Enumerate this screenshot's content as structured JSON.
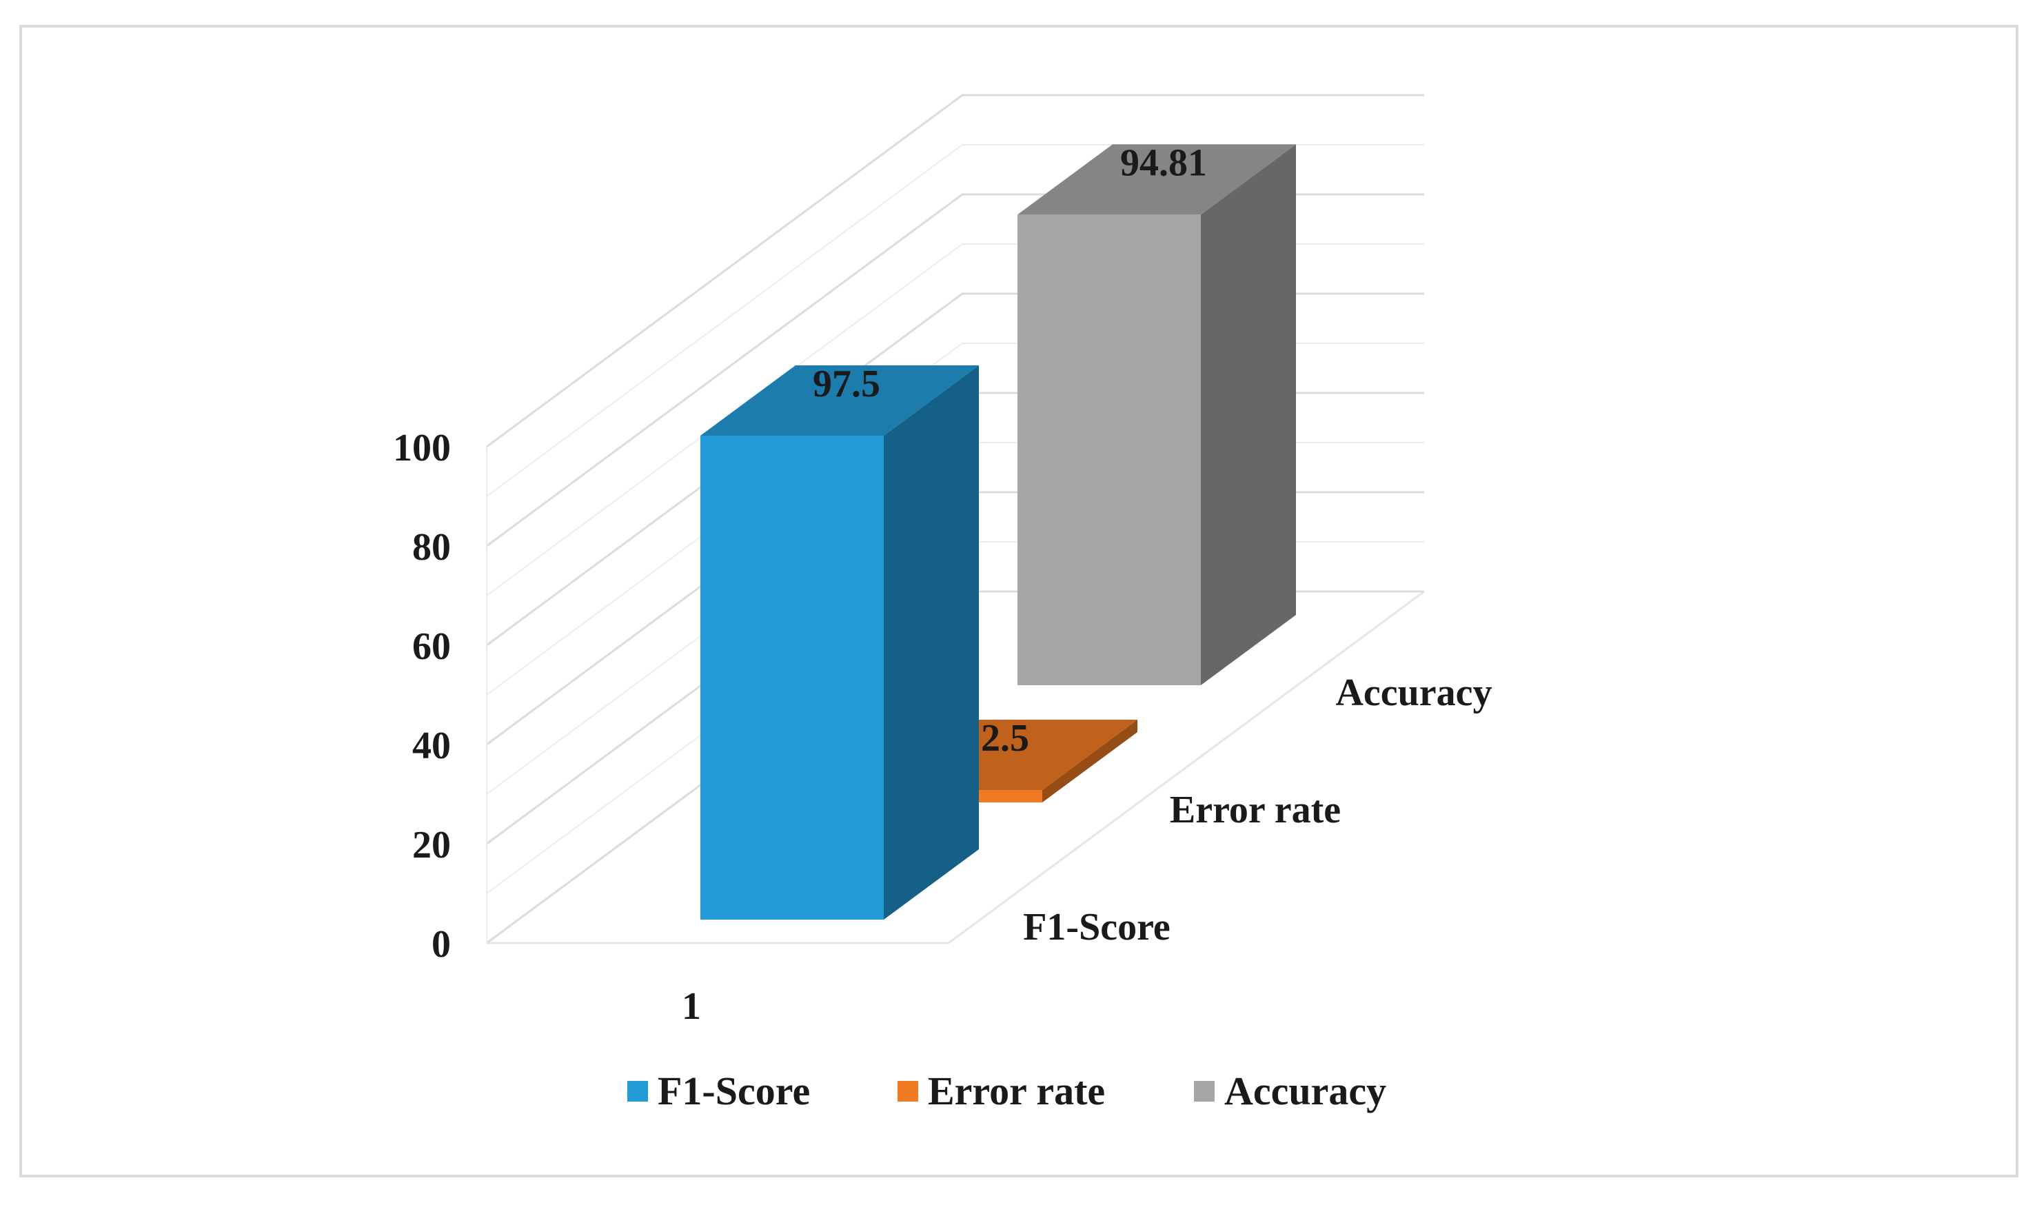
{
  "chart_data": {
    "type": "bar",
    "variant": "3d-column",
    "title": "",
    "xlabel": "",
    "ylabel": "",
    "x_categories": [
      "1"
    ],
    "depth_categories": [
      "F1-Score",
      "Error rate",
      "Accuracy"
    ],
    "series": [
      {
        "name": "F1-Score",
        "values": [
          97.5
        ],
        "color": "#229BD8"
      },
      {
        "name": "Error rate",
        "values": [
          2.5
        ],
        "color": "#F07B22"
      },
      {
        "name": "Accuracy",
        "values": [
          94.81
        ],
        "color": "#A6A6A6"
      }
    ],
    "data_labels": [
      "97.5",
      "2.5",
      "94.81"
    ],
    "y_ticks": [
      "0",
      "20",
      "40",
      "60",
      "80",
      "100"
    ],
    "ylim": [
      0,
      100
    ],
    "grid": true,
    "legend": {
      "position": "bottom",
      "items": [
        "F1-Score",
        "Error rate",
        "Accuracy"
      ]
    }
  }
}
